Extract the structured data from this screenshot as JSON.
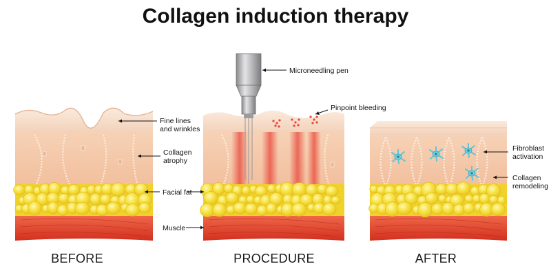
{
  "title": "Collagen induction therapy",
  "stages": {
    "before": "BEFORE",
    "procedure": "PROCEDURE",
    "after": "AFTER"
  },
  "labels": {
    "fine_lines_1": "Fine lines",
    "fine_lines_2": "and wrinkles",
    "collagen_atrophy_1": "Collagen",
    "collagen_atrophy_2": "atrophy",
    "facial_fat": "Facial fat",
    "muscle": "Muscle",
    "microneedling_pen": "Microneedling pen",
    "pinpoint_bleeding": "Pinpoint bleeding",
    "fibroblast_1": "Fibroblast",
    "fibroblast_2": "activation",
    "collagen_remodeling_1": "Collagen",
    "collagen_remodeling_2": "remodeling"
  },
  "colors": {
    "epidermis": "#f6dcc8",
    "dermis": "#f4c6a6",
    "fat": "#f6df3a",
    "muscle": "#e0412e",
    "bleeding": "#e8463a",
    "fibroblast": "#5ec6d8",
    "pen": "#a9a9ab"
  },
  "icons": {
    "pen": "microneedling-pen-icon",
    "fibroblast": "fibroblast-cell-icon"
  }
}
